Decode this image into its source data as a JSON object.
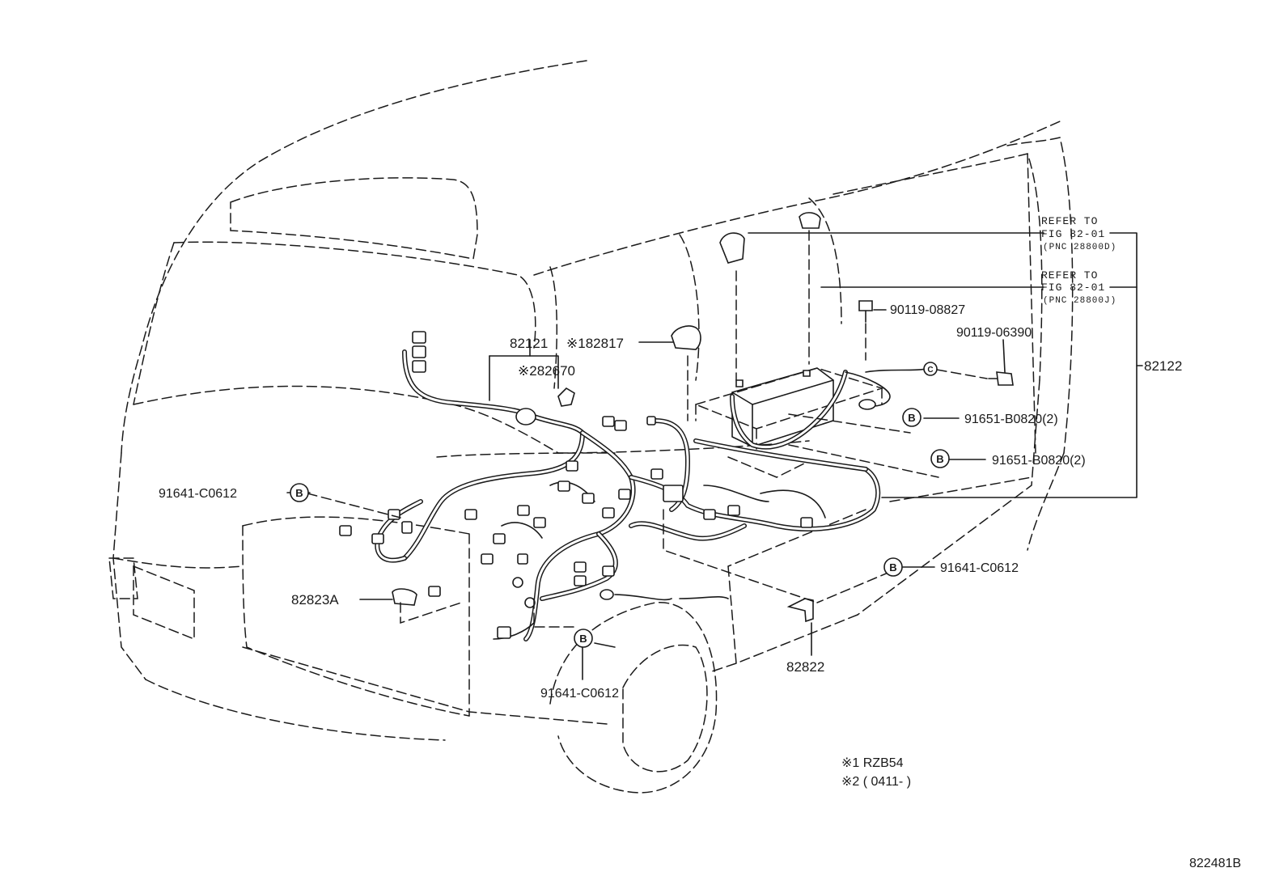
{
  "parts": {
    "p82121": "82121",
    "p82670": "※282670",
    "p82817": "※182817",
    "p82122": "82122",
    "p82823a": "82823A",
    "p82822": "82822",
    "bolt1": "90119-08827",
    "bolt2": "90119-06390",
    "clamp1": "91651-B0820(2)",
    "clamp2": "91651-B0820(2)",
    "clip_left": "91641-C0612",
    "clip_right": "91641-C0612",
    "clip_bottom": "91641-C0612"
  },
  "refs": {
    "ref1": {
      "line1": "REFER TO",
      "line2": "FIG 82-01",
      "line3": "(PNC 28800D)"
    },
    "ref2": {
      "line1": "REFER TO",
      "line2": "FIG 82-01",
      "line3": "(PNC 28800J)"
    }
  },
  "marker": {
    "b": "B",
    "c": "C"
  },
  "notes": {
    "n1": "※1  RZB54",
    "n2": "※2 ( 0411-          )"
  },
  "diagram_id": "822481B"
}
